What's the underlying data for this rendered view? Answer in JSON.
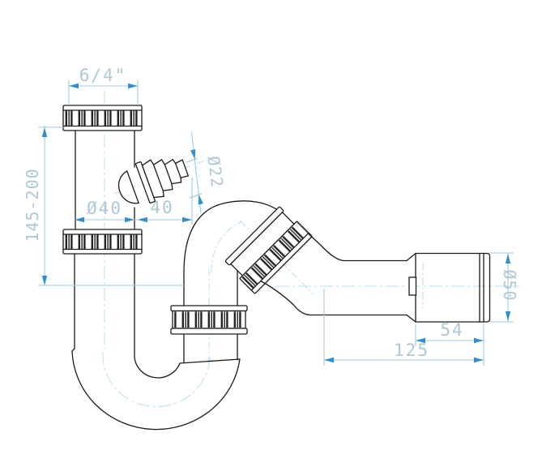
{
  "drawing": {
    "dim_labels": {
      "thread": "6/4\"",
      "height_range": "145-200",
      "inlet_diameter": "Ø40",
      "spout_length": "40",
      "spout_diameter": "Ø22",
      "outlet_diameter": "Ø50",
      "socket_length": "54",
      "outlet_length": "125"
    },
    "colors": {
      "outline": "#1b1b1b",
      "dim_line": "#9ccae1",
      "dim_arrow": "#2e90cf",
      "dim_text": "#afc8d6",
      "centerline": "#bcdeee",
      "background": "#ffffff"
    }
  }
}
